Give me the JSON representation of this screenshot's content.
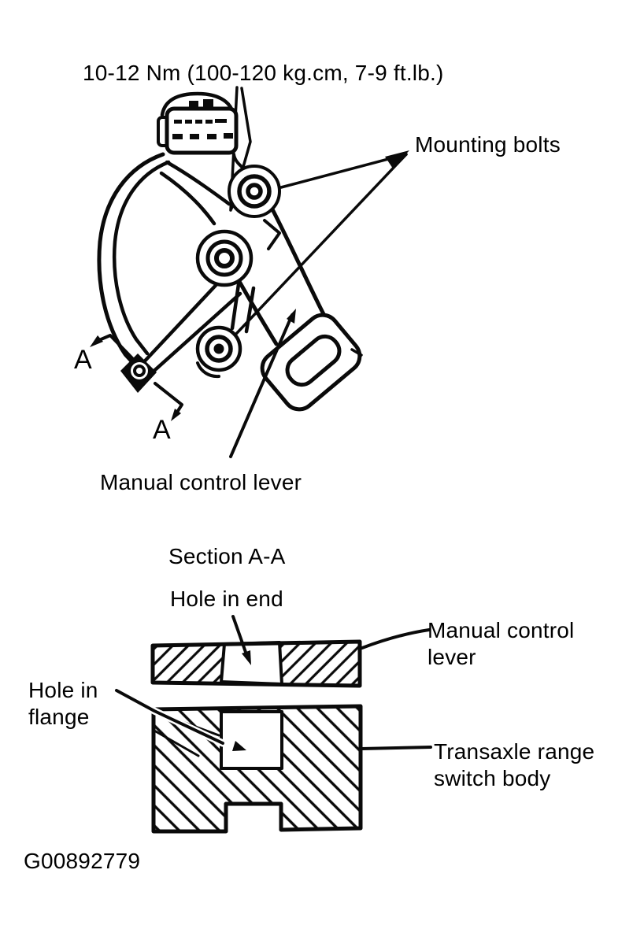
{
  "page": {
    "paper_color": "#ffffff",
    "ink_color": "#0a0a0a"
  },
  "main_figure": {
    "torque_label": "10-12 Nm (100-120 kg.cm, 7-9 ft.lb.)",
    "mounting_bolts_label": "Mounting bolts",
    "manual_control_lever_label": "Manual control lever",
    "section_cut_marker_top": "A",
    "section_cut_marker_bottom": "A"
  },
  "section_figure": {
    "title": "Section A-A",
    "hole_in_end_label": "Hole in end",
    "manual_control_lever_label": "Manual control\nlever",
    "hole_in_flange_label": "Hole in\nflange",
    "switch_body_label": "Transaxle range\nswitch body"
  },
  "figure_id": "G00892779"
}
